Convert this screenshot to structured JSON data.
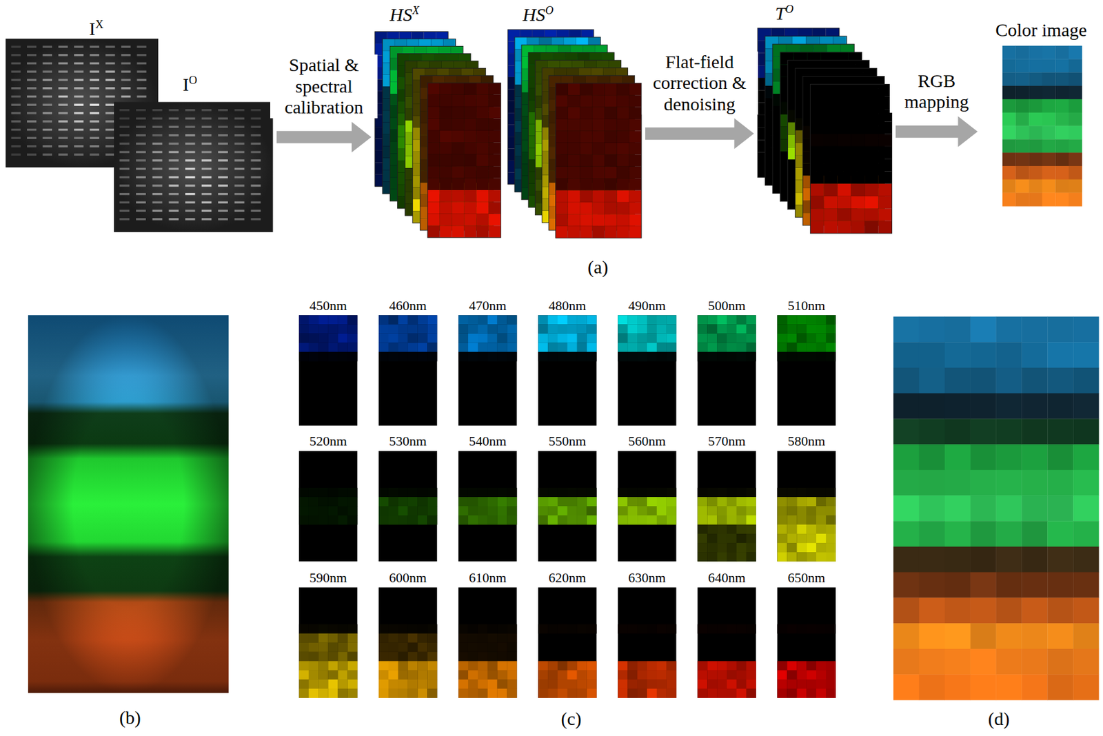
{
  "diagram": {
    "nodes": [
      {
        "text": [
          "I",
          "X"
        ]
      },
      {
        "text": [
          "I",
          "O"
        ]
      },
      {
        "text": [
          "HS",
          "X"
        ]
      },
      {
        "text": [
          "HS",
          "O"
        ]
      },
      {
        "text": [
          "T",
          "O"
        ]
      },
      {
        "text": [
          "Color image"
        ]
      },
      {
        "text": [
          "450nm"
        ]
      },
      {
        "text": [
          "460nm"
        ]
      },
      {
        "text": [
          "470nm"
        ]
      },
      {
        "text": [
          "480nm"
        ]
      },
      {
        "text": [
          "490nm"
        ]
      },
      {
        "text": [
          "500nm"
        ]
      },
      {
        "text": [
          "510nm"
        ]
      },
      {
        "text": [
          "520nm"
        ]
      },
      {
        "text": [
          "530nm"
        ]
      },
      {
        "text": [
          "540nm"
        ]
      },
      {
        "text": [
          "550nm"
        ]
      },
      {
        "text": [
          "560nm"
        ]
      },
      {
        "text": [
          "570nm"
        ]
      },
      {
        "text": [
          "580nm"
        ]
      },
      {
        "text": [
          "590nm"
        ]
      },
      {
        "text": [
          "600nm"
        ]
      },
      {
        "text": [
          "610nm"
        ]
      },
      {
        "text": [
          "620nm"
        ]
      },
      {
        "text": [
          "630nm"
        ]
      },
      {
        "text": [
          "640nm"
        ]
      },
      {
        "text": [
          "650nm"
        ]
      }
    ],
    "edges": [
      {
        "from": 1,
        "to": 2,
        "arrow": "to",
        "label": "Spatial & spectral calibration"
      },
      {
        "from": 3,
        "to": 4,
        "arrow": "to",
        "label": "Flat-field correction & denoising"
      },
      {
        "from": 4,
        "to": 5,
        "arrow": "to",
        "label": "RGB mapping"
      }
    ],
    "labels": [
      "(a)",
      "(b)",
      "(c)",
      "(d)"
    ]
  }
}
